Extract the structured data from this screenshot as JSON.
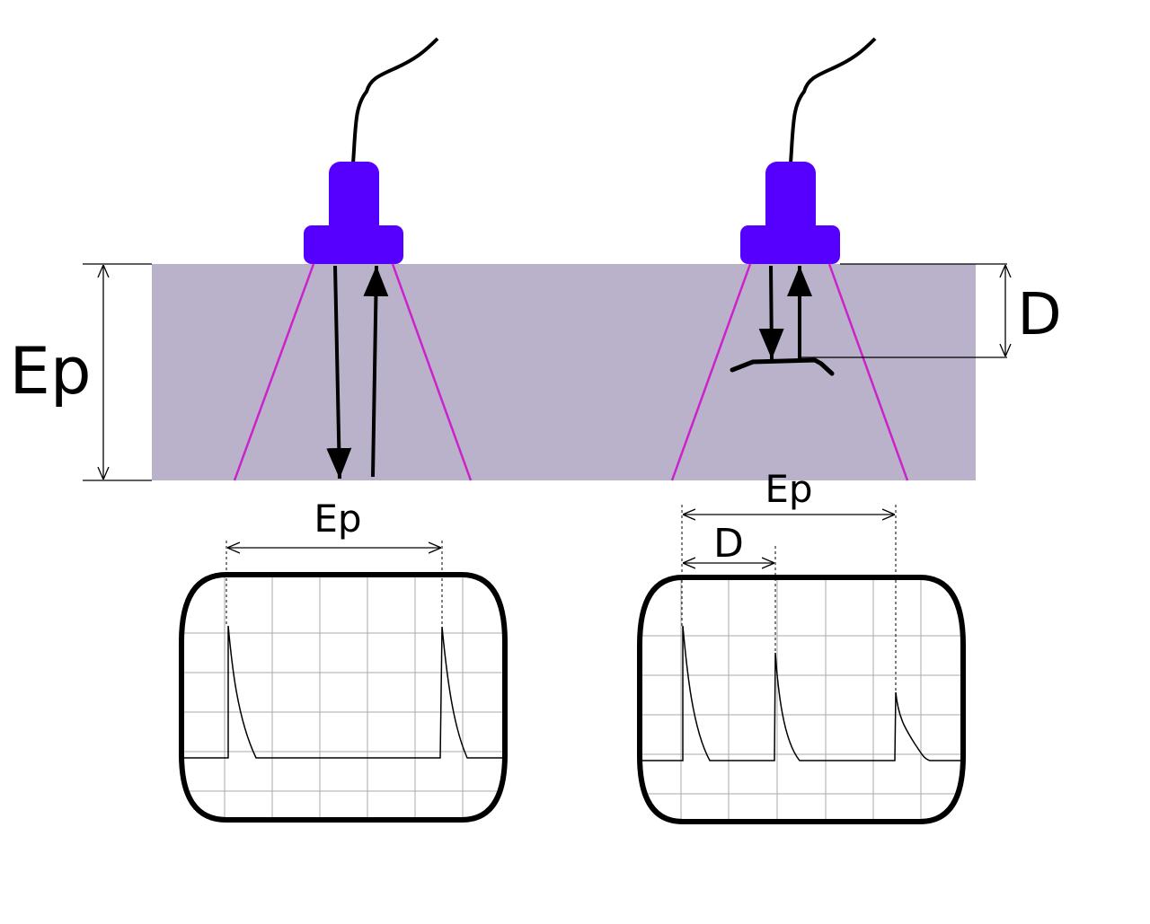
{
  "labels": {
    "thickness_side": "Ep",
    "defect_depth_side": "D",
    "screen1_thickness": "Ep",
    "screen2_thickness": "Ep",
    "screen2_depth": "D"
  },
  "colors": {
    "material": "#bab2cb",
    "probe": "#5500ff",
    "beam": "#cc22cc",
    "ink": "#000000",
    "grid": "#aaaaaa"
  }
}
